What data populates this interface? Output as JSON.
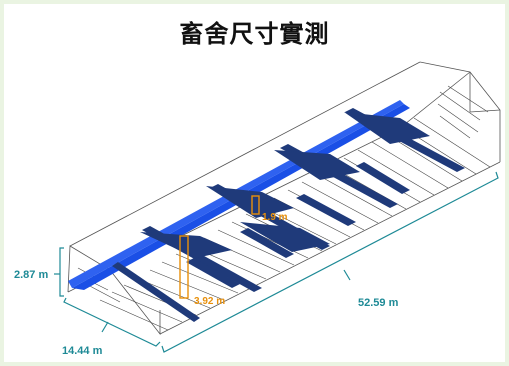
{
  "title": "畜舍尺寸實測",
  "dimensions": {
    "height": "2.87 m",
    "width": "14.44 m",
    "length": "52.59 m",
    "beam_gap": "1.9 m",
    "post_height": "3.92 m"
  },
  "colors": {
    "beam": "#1f3a7a",
    "ridge": "#1a4fe6",
    "measure": "#e8900c",
    "dimension": "#1e8a96",
    "wire": "#555555"
  }
}
